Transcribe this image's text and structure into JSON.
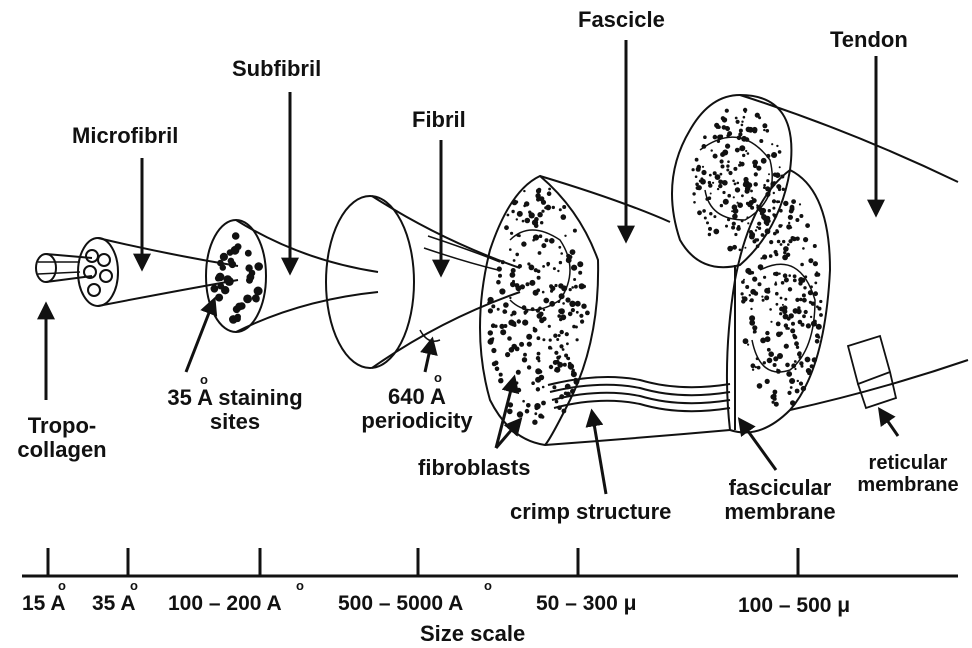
{
  "labels": {
    "microfibril": "Microfibril",
    "subfibril": "Subfibril",
    "fibril": "Fibril",
    "fascicle": "Fascicle",
    "tendon": "Tendon",
    "tropo_line1": "Tropo-",
    "tropo_line2": "collagen",
    "staining_line1": "35 A staining",
    "staining_line2": "sites",
    "periodicity_line1": "640 A",
    "periodicity_line2": "periodicity",
    "fibroblasts": "fibroblasts",
    "crimp": "crimp structure",
    "fascicular_line1": "fascicular",
    "fascicular_line2": "membrane",
    "reticular_line1": "reticular",
    "reticular_line2": "membrane",
    "angstrom_ring": "o"
  },
  "scale": {
    "title": "Size scale",
    "ticks": [
      "15 A",
      "35 A",
      "100 – 200 A",
      "500 – 5000 A",
      "50 – 300 μ",
      "100 – 500 μ"
    ]
  },
  "colors": {
    "ink": "#111111",
    "background": "#ffffff"
  }
}
